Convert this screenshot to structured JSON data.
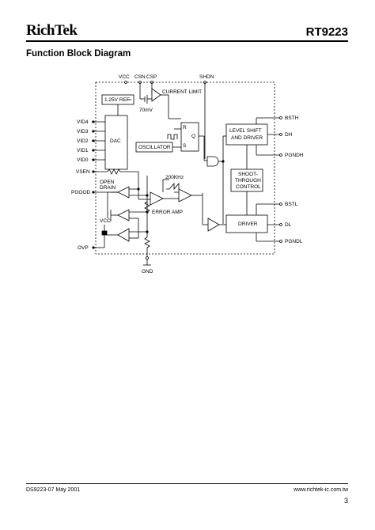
{
  "header": {
    "logo": "RichTek",
    "part_number": "RT9223"
  },
  "section_title": "Function Block Diagram",
  "diagram": {
    "pins_top": [
      "VCC",
      "CSN",
      "CSP",
      "SHDN"
    ],
    "pins_left": [
      "VID4",
      "VID3",
      "VID2",
      "VID1",
      "VID0",
      "VSEN",
      "PGOOD",
      "OVP"
    ],
    "pins_right": [
      "BSTH",
      "DH",
      "PGNDH",
      "BSTL",
      "DL",
      "PGNDL"
    ],
    "pin_bottom": "GND",
    "blocks": {
      "ref": "1.25V REF",
      "dac": "DAC",
      "oscillator": "OSCILLATOR",
      "ff_r": "R",
      "ff_q": "Q",
      "ff_s": "S",
      "level_shift_1": "LEVEL SHIFT",
      "level_shift_2": "AND DRIVER",
      "shoot_1": "SHOOT-",
      "shoot_2": "THROUGH",
      "shoot_3": "CONTROL",
      "driver": "DRIVER"
    },
    "labels": {
      "current_limit": "CURRENT LIMIT",
      "mv70": "70mV",
      "freq": "200KHz",
      "open": "OPEN",
      "drain": "DRAIN",
      "vcc_inner": "VCC",
      "error_amp": "ERROR AMP"
    }
  },
  "footer": {
    "doc": "DS9223-07   May 2001",
    "url": "www.richtek-ic.com.tw",
    "page": "3"
  }
}
